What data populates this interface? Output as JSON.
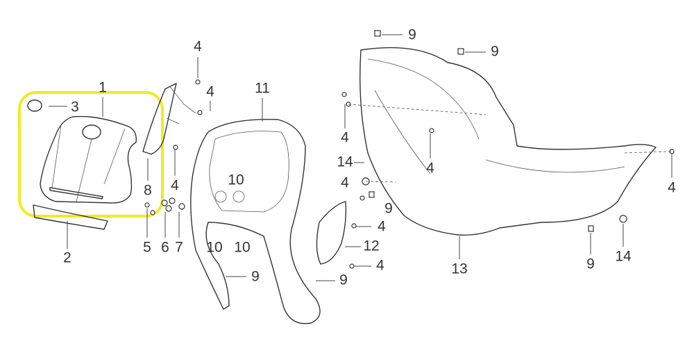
{
  "diagram": {
    "type": "exploded parts diagram",
    "highlight_color": "#f2ea24",
    "callouts": [
      "1",
      "3",
      "2",
      "5",
      "6",
      "7",
      "8",
      "4",
      "4",
      "4",
      "11",
      "10",
      "10",
      "10",
      "9",
      "9",
      "12",
      "4",
      "4",
      "14",
      "4",
      "9",
      "4",
      "4",
      "9",
      "9",
      "13",
      "9",
      "14",
      "4"
    ]
  }
}
